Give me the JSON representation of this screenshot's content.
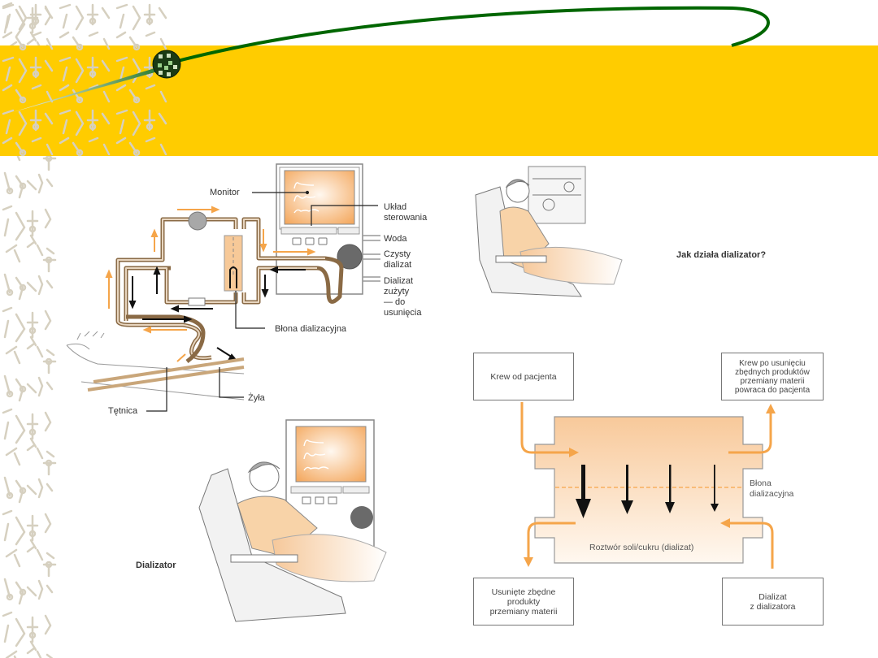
{
  "slide": {
    "title": "",
    "colors": {
      "header_band": "#ffcc00",
      "swoosh_green": "#006600",
      "pattern": "#d6d0c0",
      "accent_orange": "#f5a54a",
      "tube_brown": "#8a6a45"
    }
  },
  "circuit_diagram": {
    "labels": {
      "monitor": "Monitor",
      "control_unit_line1": "Układ",
      "control_unit_line2": "sterowania",
      "water": "Woda",
      "clean_dialysate_line1": "Czysty",
      "clean_dialysate_line2": "dializat",
      "used_dialysate_line1": "Dializat",
      "used_dialysate_line2": "zużyty",
      "used_dialysate_line3": "— do",
      "used_dialysate_line4": "usunięcia",
      "membrane": "Błona dializacyjna",
      "artery": "Tętnica",
      "vein": "Żyła"
    }
  },
  "patient_top": {
    "caption": "Jak działa dializator?"
  },
  "patient_bottom": {
    "caption": "Dializator"
  },
  "flow_diagram": {
    "box_blood_in": "Krew od pacjenta",
    "box_blood_out": [
      "Krew po usunięciu",
      "zbędnych produktów",
      "przemiany materii",
      "powraca do pacjenta"
    ],
    "box_waste": [
      "Usunięte zbędne",
      "produkty",
      "przemiany materii"
    ],
    "box_dialysate_in": [
      "Dializat",
      "z dializatora"
    ],
    "membrane_label": [
      "Błona",
      "dializacyjna"
    ],
    "solution_label": "Roztwór soli/cukru (dializat)"
  }
}
